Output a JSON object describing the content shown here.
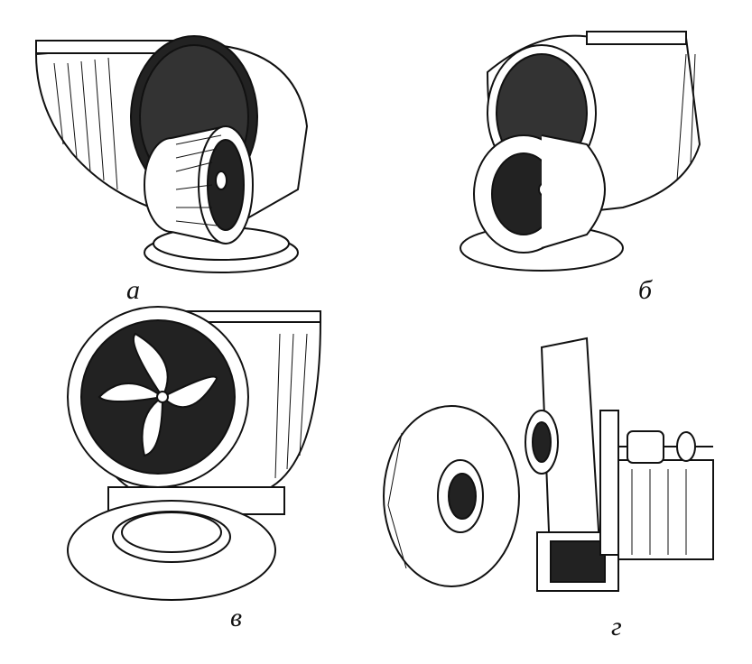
{
  "figures": [
    {
      "label": "а"
    },
    {
      "label": "б"
    },
    {
      "label": "в"
    },
    {
      "label": "г"
    }
  ],
  "colors": {
    "ink": "#111111",
    "paper": "#ffffff"
  }
}
